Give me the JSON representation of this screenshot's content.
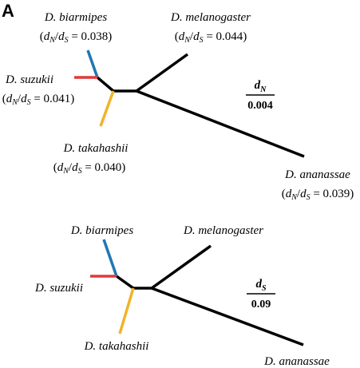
{
  "figure": {
    "panel_label": "A",
    "colors": {
      "trunk": "#000000",
      "biarmipes": "#1f77b4",
      "suzukii": "#e03a3a",
      "takahashii": "#f0b429"
    }
  },
  "tree_dn": {
    "species": {
      "biarmipes": "D. biarmipes",
      "melanogaster": "D. melanogaster",
      "suzukii": "D. suzukii",
      "takahashii": "D. takahashii",
      "ananassae": "D. ananassae"
    },
    "ratios": {
      "biarmipes": "0.038",
      "melanogaster": "0.044",
      "suzukii": "0.041",
      "takahashii": "0.040",
      "ananassae": "0.039"
    },
    "scale": {
      "label_main": "d",
      "label_sub": "N",
      "value": "0.004"
    }
  },
  "tree_ds": {
    "species": {
      "biarmipes": "D. biarmipes",
      "melanogaster": "D. melanogaster",
      "suzukii": "D. suzukii",
      "takahashii": "D. takahashii",
      "ananassae": "D. ananassae"
    },
    "scale": {
      "label_main": "d",
      "label_sub": "S",
      "value": "0.09"
    }
  }
}
